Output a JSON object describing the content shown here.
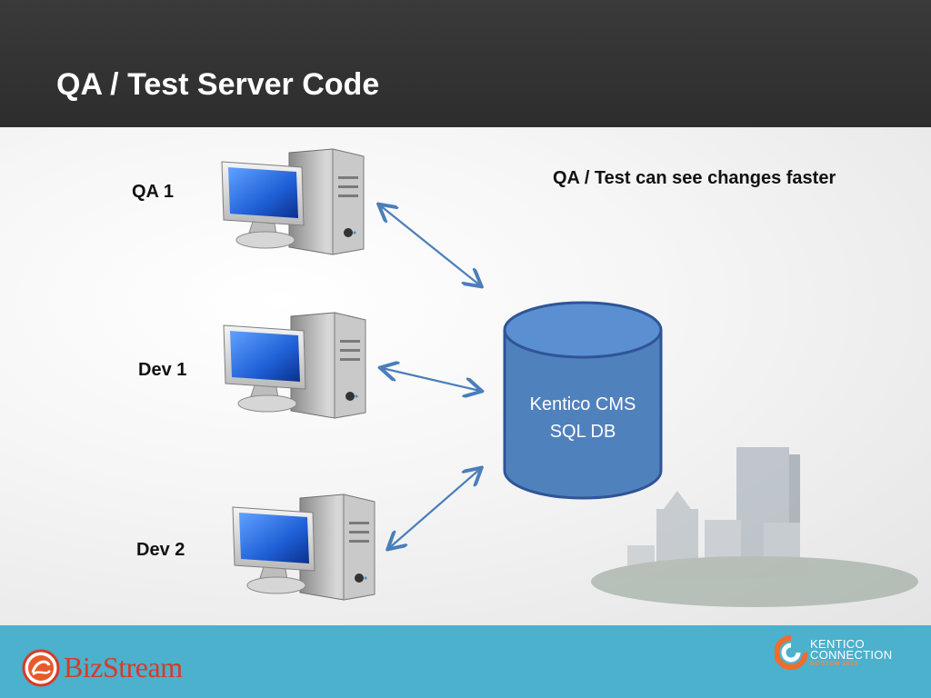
{
  "slide": {
    "title": "QA / Test Server Code",
    "note": "QA / Test can see changes faster"
  },
  "nodes": {
    "qa1": "QA 1",
    "dev1": "Dev 1",
    "dev2": "Dev 2"
  },
  "database": {
    "line1": "Kentico CMS",
    "line2": "SQL DB",
    "fill": "#4f81bd",
    "stroke": "#2f5597"
  },
  "arrow_color": "#4a7ebb",
  "footer": {
    "color": "#4bb1cc",
    "bizstream": {
      "word": "BizStream",
      "tm": "™"
    },
    "kentico": {
      "line1": "KENTICO",
      "line2": "CONNECTION",
      "sub": "BOSTON 2013"
    }
  }
}
